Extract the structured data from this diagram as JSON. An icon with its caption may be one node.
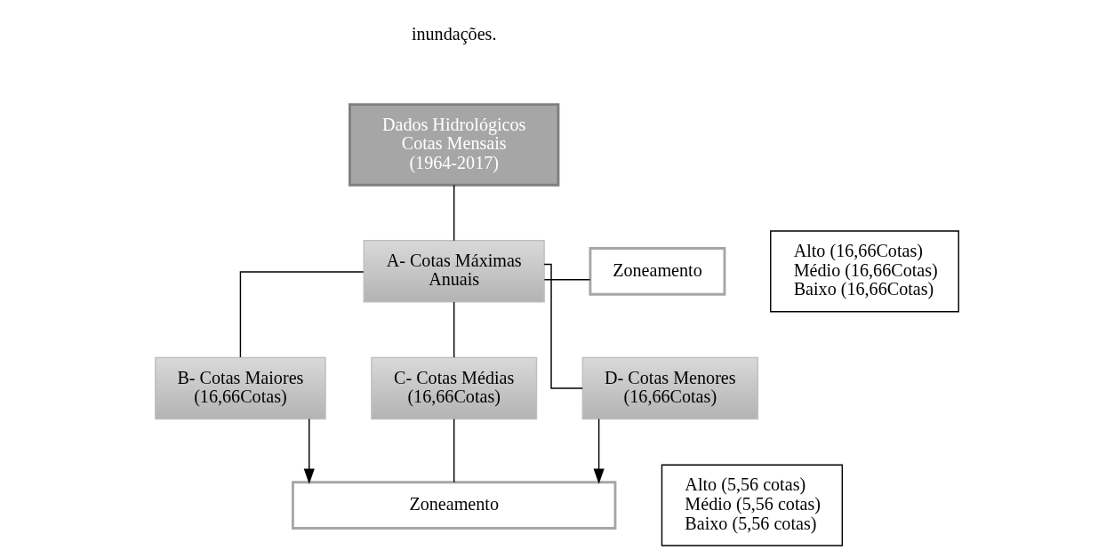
{
  "diagram": {
    "nodes": [
      {
        "text": [
          "Dados Hidrológicos Cotas Mensais (1964-2017)"
        ]
      },
      {
        "text": [
          "A- Cotas Máximas Anuais"
        ]
      },
      {
        "text": [
          "Zoneamento"
        ]
      },
      {
        "text": [
          "Alto (16,66Cotas)",
          "Médio (16,66Cotas)",
          "Baixo (16,66Cotas)"
        ]
      },
      {
        "text": [
          "B- Cotas Maiores (16,66Cotas)"
        ]
      },
      {
        "text": [
          "C- Cotas Médias (16,66Cotas)"
        ]
      },
      {
        "text": [
          "D- Cotas Menores (16,66Cotas)"
        ]
      },
      {
        "text": [
          "Zoneamento"
        ]
      },
      {
        "text": [
          "Alto (5,56 cotas)",
          "Médio (5,56 cotas)",
          "Baixo (5,56 cotas)"
        ]
      }
    ],
    "edges": [
      {
        "from": 0,
        "to": 1,
        "arrow": "none"
      },
      {
        "from": 1,
        "to": 2,
        "arrow": "none"
      },
      {
        "from": 1,
        "to": 4,
        "arrow": "none"
      },
      {
        "from": 1,
        "to": 5,
        "arrow": "none"
      },
      {
        "from": 1,
        "to": 6,
        "arrow": "none"
      },
      {
        "from": 4,
        "to": 7,
        "arrow": "to"
      },
      {
        "from": 5,
        "to": 7,
        "arrow": "none"
      },
      {
        "from": 6,
        "to": 7,
        "arrow": "to"
      }
    ],
    "labels": [
      "inundações."
    ]
  }
}
